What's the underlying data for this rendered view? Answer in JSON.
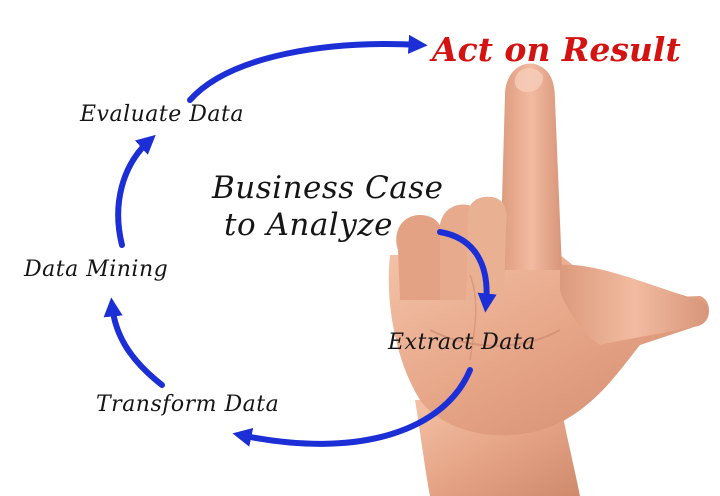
{
  "diagram": {
    "nodes": {
      "act_on_result": "Act on Result",
      "evaluate_data": "Evaluate Data",
      "business_case_line1": "Business Case",
      "business_case_line2": "to Analyze",
      "data_mining": "Data Mining",
      "extract_data": "Extract Data",
      "transform_data": "Transform Data"
    },
    "cycle_order": [
      "Business Case to Analyze",
      "Extract Data",
      "Transform Data",
      "Data Mining",
      "Evaluate Data",
      "Act on Result"
    ],
    "colors": {
      "arrow": "#1c2fd6",
      "highlight_text": "#d41212",
      "text": "#151515",
      "skin": "#e9a98c"
    },
    "background_photo": "hand pointing upward"
  }
}
